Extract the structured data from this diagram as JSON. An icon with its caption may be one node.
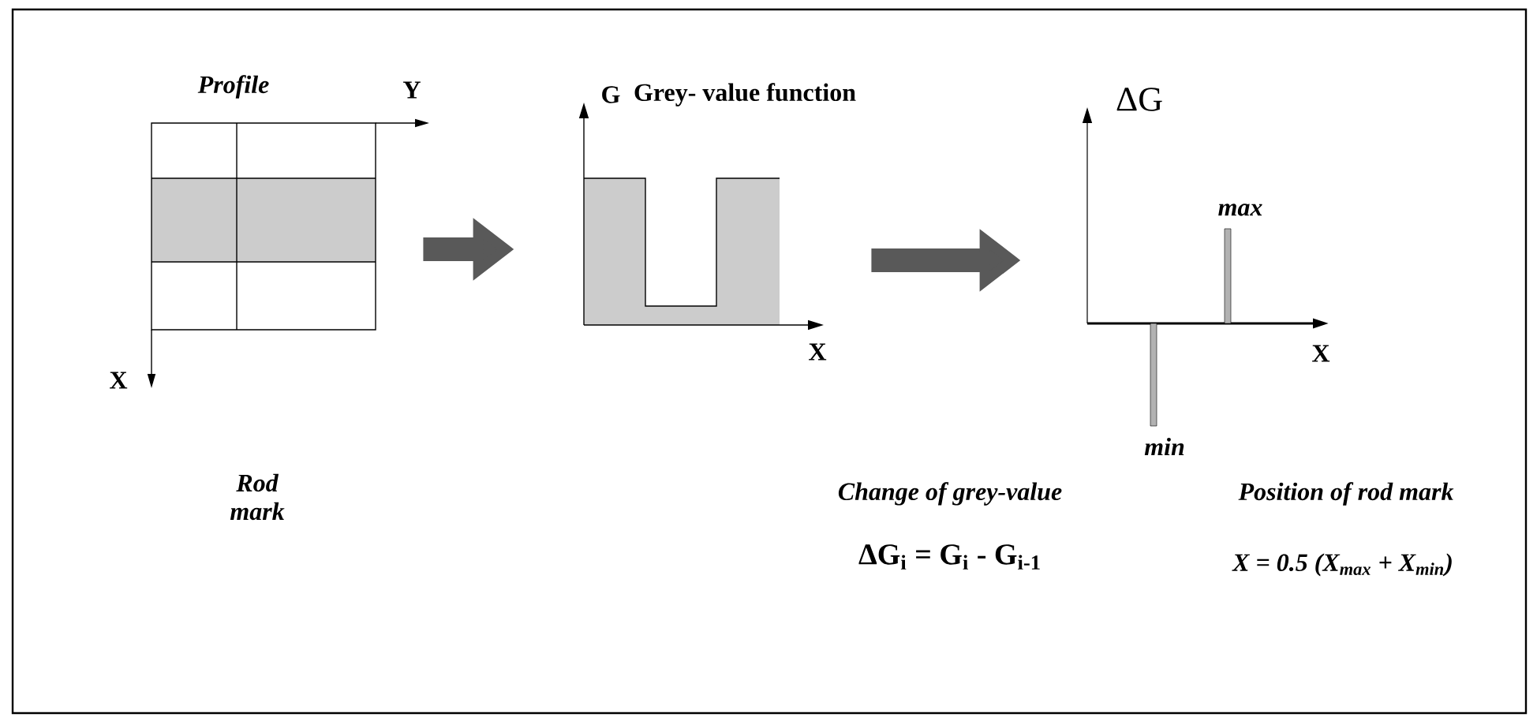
{
  "diagram": {
    "nodes": [
      {
        "text": [],
        "shape": "picture"
      },
      {
        "text": [],
        "shape": "picture"
      },
      {
        "text": [],
        "shape": "picture"
      }
    ],
    "edges": [
      {
        "from": 0,
        "to": 1,
        "arrow": "to"
      },
      {
        "from": 1,
        "to": 2,
        "arrow": "to"
      }
    ],
    "labels": [
      "Profile",
      "Y",
      "X",
      "Rod mark",
      "G",
      "Grey- value function",
      "X",
      "ΔG",
      "max",
      "X",
      "min",
      "Change of grey-value",
      "ΔG$_{i}$ = G$_{i}$ - G$_{i-1}$",
      "Position of rod mark",
      "X = 0.5 (X$_{max}$ + X$_{min}$)"
    ]
  }
}
